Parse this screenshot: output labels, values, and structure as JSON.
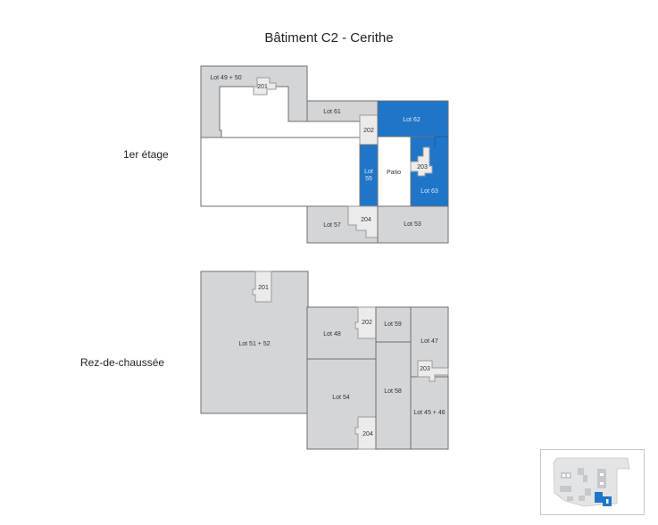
{
  "title": "Bâtiment C2 - Cerithe",
  "colors": {
    "lot_gray": "#d4d5d7",
    "stair_gray": "#ebebec",
    "outline": "#6d6f73",
    "selected_blue": "#1f76c8",
    "patio_white": "#ffffff"
  },
  "floors": [
    {
      "label": "1er étage",
      "lots": [
        {
          "name": "Lot 49 + 50",
          "selected": false
        },
        {
          "name": "Lot 61",
          "selected": false
        },
        {
          "name": "Lot 62",
          "selected": true
        },
        {
          "name": "Lot 55",
          "selected": true
        },
        {
          "name": "Patio",
          "selected": false
        },
        {
          "name": "Lot 63",
          "selected": true
        },
        {
          "name": "Lot 57",
          "selected": false
        },
        {
          "name": "Lot 53",
          "selected": false
        }
      ],
      "stairs": [
        "201",
        "202",
        "203",
        "204"
      ],
      "lot55_line1": "Lot",
      "lot55_line2": "55"
    },
    {
      "label": "Rez-de-chaussée",
      "lots": [
        {
          "name": "Lot 51 + 52",
          "selected": false
        },
        {
          "name": "Lot 48",
          "selected": false
        },
        {
          "name": "Lot 59",
          "selected": false
        },
        {
          "name": "Lot 47",
          "selected": false
        },
        {
          "name": "Lot 54",
          "selected": false
        },
        {
          "name": "Lot 58",
          "selected": false
        },
        {
          "name": "Lot 45 + 46",
          "selected": false
        }
      ],
      "stairs": [
        "201",
        "202",
        "203",
        "204"
      ]
    }
  ],
  "minimap": {
    "label": "site-location-map",
    "highlight": "Bâtiment C2"
  }
}
